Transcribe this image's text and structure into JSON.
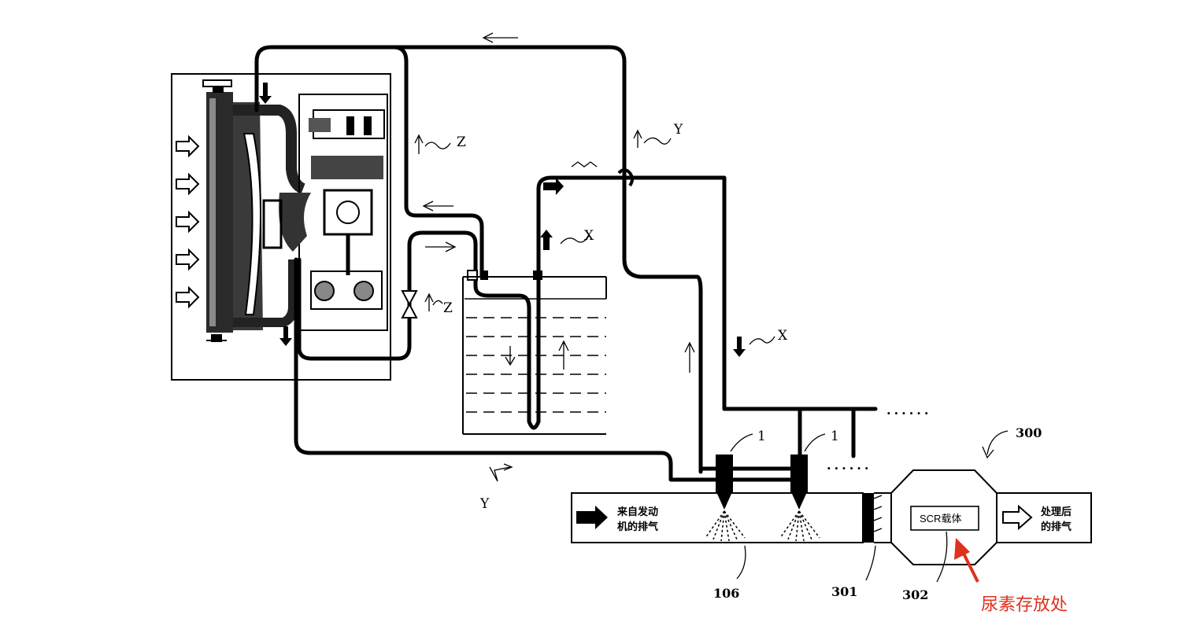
{
  "labels": {
    "z_top": "Z",
    "z_valve": "Z",
    "y_right": "Y",
    "y_bottom": "Y",
    "x_mid": "X",
    "x_right": "X",
    "injector_1a": "1",
    "injector_1b": "1",
    "ref_300": "300",
    "ref_106": "106",
    "ref_301": "301",
    "ref_302": "302",
    "ellipsis_top": "......",
    "ellipsis_bottom": "......"
  },
  "exhaust": {
    "inlet_line1": "来自发动",
    "inlet_line2": "机的排气",
    "catalyst": "SCR载体",
    "outlet_line1": "处理后",
    "outlet_line2": "的排气"
  },
  "annotation": {
    "text": "尿素存放处",
    "color": "#e0301e"
  }
}
